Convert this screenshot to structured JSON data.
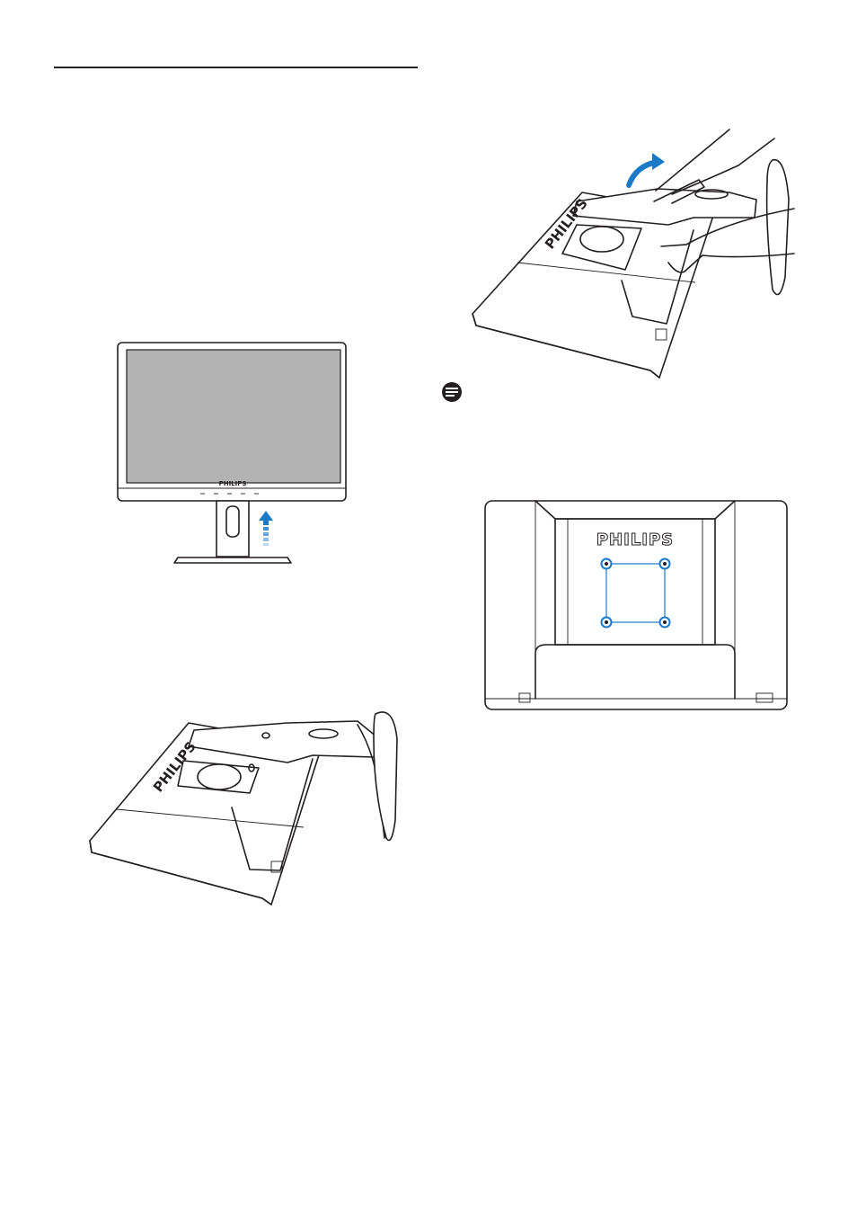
{
  "page": {
    "brand_text": "PHILIPS"
  },
  "figures": {
    "monitor_front": {
      "brand": "PHILIPS",
      "arrow_icon": "arrow-up-icon"
    },
    "base_rear": {
      "brand": "PHILIPS"
    },
    "base_lift": {
      "brand": "PHILIPS",
      "arrow_icon": "curved-arrow-icon"
    },
    "note": {
      "icon": "note-icon"
    },
    "vesa_back": {
      "brand": "PHILIPS"
    }
  },
  "colors": {
    "line": "#231f20",
    "screen": "#b3b3b3",
    "accent_blue": "#1a7ac8"
  }
}
